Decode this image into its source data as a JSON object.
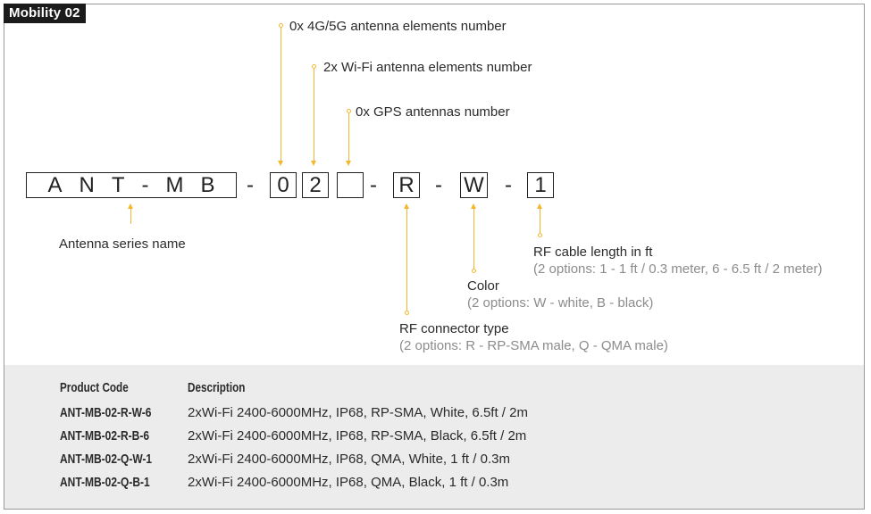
{
  "tag": "Mobility 02",
  "code": {
    "series": "ANT-MB",
    "series_letters": [
      "A",
      "N",
      "T",
      "-",
      "M",
      "B"
    ],
    "cellular": "0",
    "wifi": "2",
    "gps": "",
    "connector": "R",
    "color": "W",
    "cable": "1",
    "dash": "-"
  },
  "annotations": {
    "cellular": "0x 4G/5G antenna elements number",
    "wifi": "2x Wi-Fi antenna elements number",
    "gps": "0x GPS antennas number",
    "series": "Antenna series name",
    "connector_title": "RF connector type",
    "connector_sub": "(2 options: R - RP-SMA male, Q - QMA male)",
    "color_title": "Color",
    "color_sub": "(2 options: W - white, B - black)",
    "cable_title": "RF cable length in ft",
    "cable_sub": "(2 options: 1 - 1 ft / 0.3 meter, 6 - 6.5 ft / 2 meter)"
  },
  "colors": {
    "accent": "#f3b72e",
    "table_bg": "#ececec",
    "tag_bg": "#1b1b1b"
  },
  "table": {
    "headers": [
      "Product Code",
      "Description"
    ],
    "rows": [
      {
        "code": "ANT-MB-02-R-W-6",
        "description": "2xWi-Fi 2400-6000MHz, IP68, RP-SMA, White, 6.5ft / 2m"
      },
      {
        "code": "ANT-MB-02-R-B-6",
        "description": "2xWi-Fi 2400-6000MHz, IP68, RP-SMA, Black, 6.5ft / 2m"
      },
      {
        "code": "ANT-MB-02-Q-W-1",
        "description": "2xWi-Fi 2400-6000MHz, IP68, QMA, White, 1 ft / 0.3m"
      },
      {
        "code": "ANT-MB-02-Q-B-1",
        "description": "2xWi-Fi 2400-6000MHz, IP68, QMA, Black, 1 ft / 0.3m"
      }
    ]
  }
}
